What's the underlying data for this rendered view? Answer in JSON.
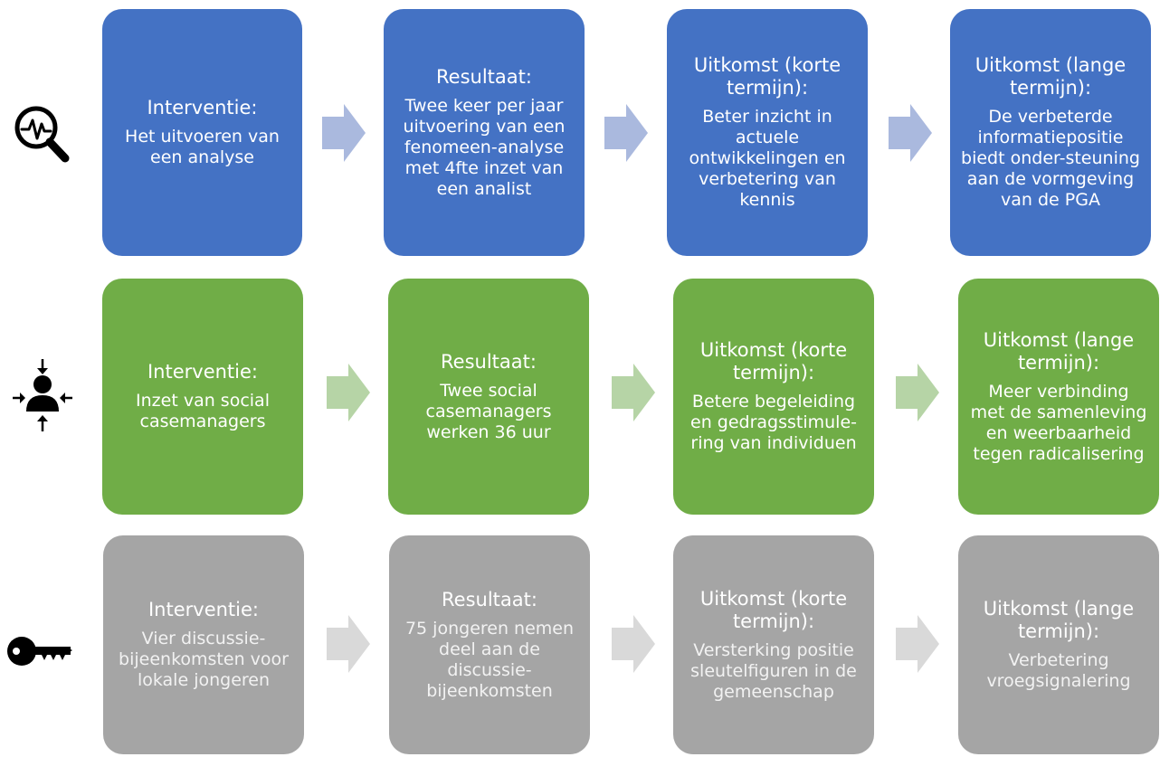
{
  "colors": {
    "blue": "#4472c4",
    "green": "#70ad47",
    "gray": "#a5a5a5",
    "arrow_blue": "#aab9de",
    "arrow_green": "#b6d4a6",
    "arrow_gray": "#d9d9d9"
  },
  "rows": [
    {
      "icon": "analysis-magnifier-icon",
      "boxes": [
        {
          "title": "Interventie:",
          "body": "Het uitvoeren van een analyse"
        },
        {
          "title": "Resultaat:",
          "body": "Twee keer per jaar uitvoering van een fenomeen-analyse met 4fte inzet van een analist"
        },
        {
          "title": "Uitkomst (korte termijn):",
          "body": "Beter inzicht in actuele ontwikkelingen en verbetering van kennis"
        },
        {
          "title": "Uitkomst (lange termijn):",
          "body": "De verbeterde informatiepositie biedt onder-steuning aan de vormgeving van de PGA"
        }
      ]
    },
    {
      "icon": "person-focus-icon",
      "boxes": [
        {
          "title": "Interventie:",
          "body": "Inzet van social casemanagers"
        },
        {
          "title": "Resultaat:",
          "body": "Twee social casemanagers werken 36 uur"
        },
        {
          "title": "Uitkomst (korte termijn):",
          "body": "Betere begeleiding en gedragsstimule-ring van individuen"
        },
        {
          "title": "Uitkomst (lange termijn):",
          "body": "Meer verbinding met de samenleving en weerbaarheid tegen radicalisering"
        }
      ]
    },
    {
      "icon": "key-icon",
      "boxes": [
        {
          "title": "Interventie:",
          "body": "Vier discussie-bijeenkomsten voor lokale jongeren"
        },
        {
          "title": "Resultaat:",
          "body": "75 jongeren nemen deel aan de discussie-bijeenkomsten"
        },
        {
          "title": "Uitkomst (korte termijn):",
          "body": "Versterking positie sleutelfiguren in de gemeenschap"
        },
        {
          "title": "Uitkomst (lange termijn):",
          "body": "Verbetering vroegsignalering"
        }
      ]
    }
  ]
}
